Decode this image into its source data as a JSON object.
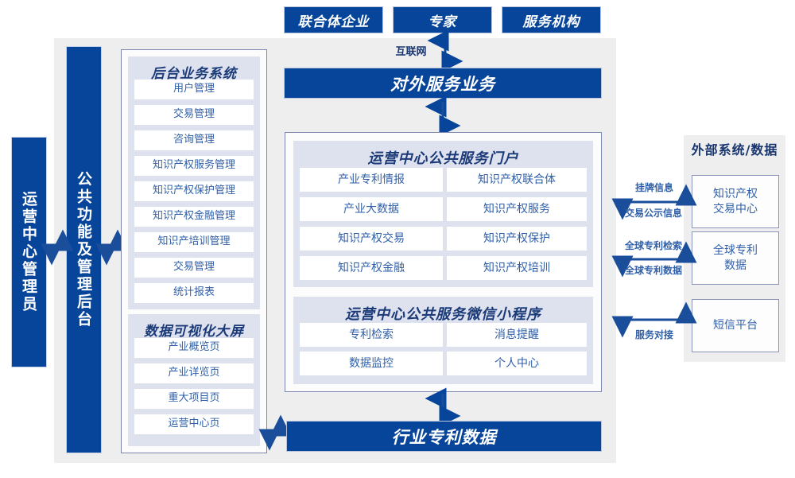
{
  "top_actors": [
    {
      "label": "联合体企业"
    },
    {
      "label": "专家"
    },
    {
      "label": "服务机构"
    }
  ],
  "internet_label": "互联网",
  "external_service_bar": "对外服务业务",
  "industry_data_bar": "行业专利数据",
  "left_roles": [
    {
      "label": "运营中心管理员"
    },
    {
      "label": "公共功能及管理后台"
    }
  ],
  "backend": {
    "title": "后台业务系统",
    "items": [
      "用户管理",
      "交易管理",
      "咨询管理",
      "知识产权服务管理",
      "知识产权保护管理",
      "知识产权金融管理",
      "知识产培训管理",
      "交易管理",
      "统计报表"
    ]
  },
  "dashboard": {
    "title": "数据可视化大屏",
    "items": [
      "产业概览页",
      "产业详览页",
      "重大项目页",
      "运营中心页"
    ]
  },
  "portal": {
    "title": "运营中心公共服务门户",
    "rows": [
      [
        "产业专利情报",
        "知识产权联合体"
      ],
      [
        "产业大数据",
        "知识产权服务"
      ],
      [
        "知识产权交易",
        "知识产权保护"
      ],
      [
        "知识产权金融",
        "知识产权培训"
      ]
    ]
  },
  "miniprogram": {
    "title": "运营中心公共服务微信小程序",
    "rows": [
      [
        "专利检索",
        "消息提醒"
      ],
      [
        "数据监控",
        "个人中心"
      ]
    ]
  },
  "external": {
    "title": "外部系统/数据",
    "boxes": [
      {
        "label": "知识产权\n交易中心",
        "line1": "知识产权",
        "line2": "交易中心"
      },
      {
        "label": "全球专利\n数据",
        "line1": "全球专利",
        "line2": "数据"
      },
      {
        "label": "短信平台",
        "line1": "短信平台",
        "line2": ""
      }
    ],
    "connectors": [
      {
        "above": "挂牌信息",
        "below": "交易公示信息"
      },
      {
        "above": "全球专利检索",
        "below": "全球专利数据"
      },
      {
        "above": "",
        "below": "服务对接"
      }
    ]
  },
  "colors": {
    "brand_blue": "#06459a",
    "panel_gray": "#eeeeee",
    "lavender": "#dee2ef",
    "text_blue": "#2f5fa8",
    "border_purple": "#7b85ae"
  }
}
